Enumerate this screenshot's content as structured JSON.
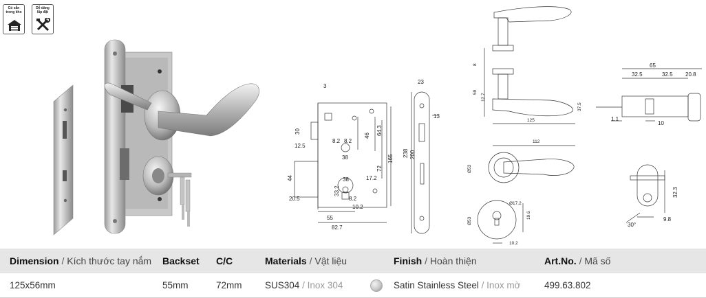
{
  "badges": [
    {
      "text1": "Có sẵn",
      "text2": "trong kho",
      "icon": "warehouse-icon"
    },
    {
      "text1": "Dễ dàng",
      "text2": "lắp đặt",
      "icon": "tools-icon"
    }
  ],
  "drawing": {
    "mortise_front": {
      "dims": [
        "3",
        "30",
        "12.5",
        "44",
        "20.5",
        "55",
        "82.7",
        "8.2",
        "8.2",
        "38",
        "46",
        "64.3",
        "72",
        "165",
        "38",
        "17.2",
        "33.2",
        "10.2",
        "8.2"
      ]
    },
    "mortise_side": {
      "dims": [
        "23",
        "13",
        "238",
        "200"
      ]
    },
    "handle_side": {
      "dims": [
        "8",
        "59",
        "12.7",
        "37.5",
        "125"
      ]
    },
    "handle_top": {
      "dims": [
        "112",
        "Ø53"
      ]
    },
    "escutcheon": {
      "dims": [
        "Ø53",
        "Ø17.2",
        "19.6",
        "10.2"
      ]
    },
    "cylinder": {
      "dims": [
        "65",
        "32.5",
        "32.5",
        "20.8",
        "1.1",
        "10"
      ]
    },
    "cylinder_end": {
      "dims": [
        "32.3",
        "9.8",
        "30°"
      ]
    }
  },
  "table": {
    "headers": {
      "dimension": {
        "bold": "Dimension",
        "sub": "Kích thước tay nắm"
      },
      "backset": {
        "bold": "Backset"
      },
      "cc": {
        "bold": "C/C"
      },
      "materials": {
        "bold": "Materials",
        "sub": "Vật liệu"
      },
      "finish": {
        "bold": "Finish",
        "sub": "Hoàn thiện"
      },
      "artno": {
        "bold": "Art.No.",
        "sub": "Mã số"
      }
    },
    "separator": "/",
    "row": {
      "dimension": "125x56mm",
      "backset": "55mm",
      "cc": "72mm",
      "material": "SUS304",
      "material_sub": "Inox 304",
      "finish": "Satin Stainless Steel",
      "finish_sub": "Inox mờ",
      "artno": "499.63.802"
    }
  }
}
